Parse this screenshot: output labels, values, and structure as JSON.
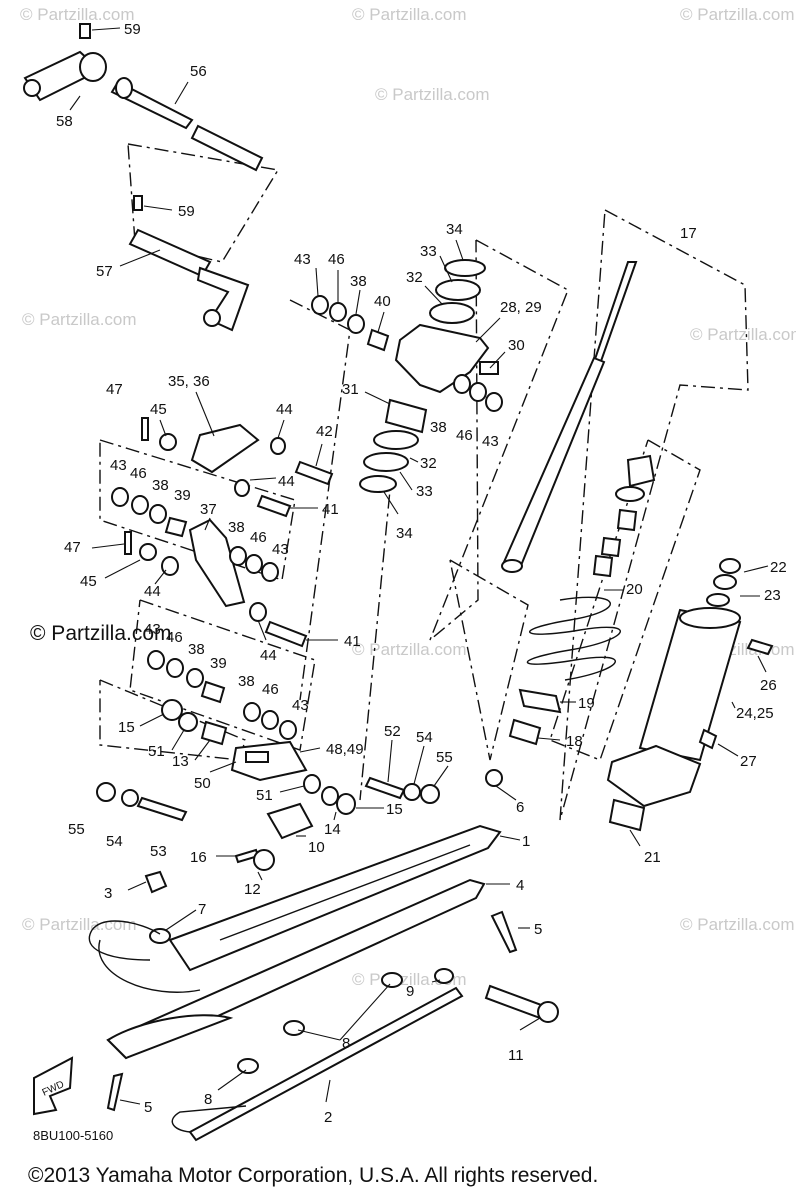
{
  "watermark_text": "© Partzilla.com",
  "diagram_code": "8BU100-5160",
  "copyright": "©2013 Yamaha Motor Corporation, U.S.A. All rights reserved.",
  "fwd_label": "FWD",
  "part_labels": [
    "59",
    "56",
    "58",
    "59",
    "57",
    "17",
    "34",
    "33",
    "32",
    "28, 29",
    "43",
    "46",
    "38",
    "40",
    "30",
    "31",
    "38",
    "46",
    "43",
    "35, 36",
    "47",
    "45",
    "44",
    "42",
    "44",
    "41",
    "32",
    "33",
    "34",
    "43",
    "46",
    "38",
    "39",
    "37",
    "38",
    "46",
    "43",
    "47",
    "45",
    "44",
    "44",
    "41",
    "43",
    "46",
    "38",
    "39",
    "38",
    "46",
    "43",
    "15",
    "51",
    "13",
    "48,49",
    "50",
    "52",
    "54",
    "55",
    "20",
    "22",
    "23",
    "26",
    "24,25",
    "19",
    "18",
    "27",
    "6",
    "21",
    "51",
    "15",
    "14",
    "10",
    "55",
    "54",
    "53",
    "1",
    "16",
    "12",
    "3",
    "7",
    "4",
    "5",
    "9",
    "8",
    "11",
    "8",
    "5",
    "2"
  ]
}
